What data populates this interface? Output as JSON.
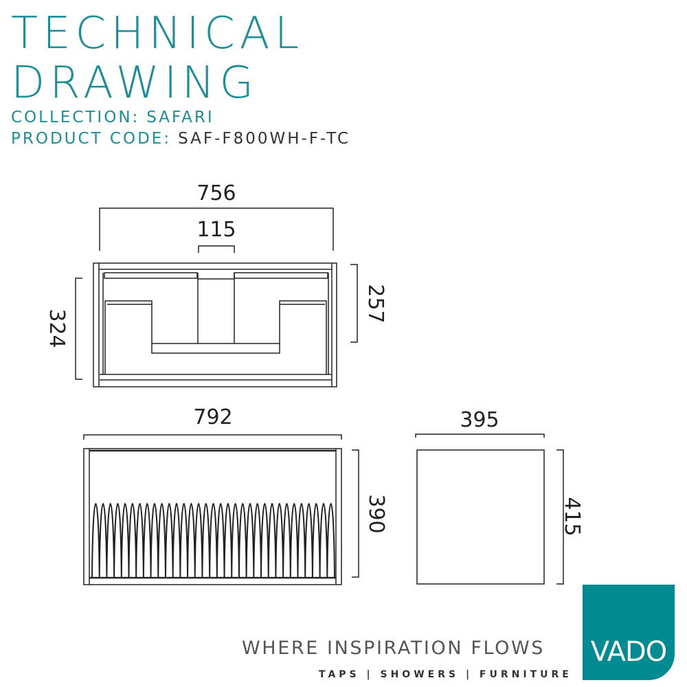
{
  "header": {
    "title_line1": "TECHNICAL",
    "title_line2": "DRAWING",
    "collection_label": "COLLECTION:",
    "collection_value": "SAFARI",
    "product_code_label": "PRODUCT CODE:",
    "product_code_value": "SAF-F800WH-F-TC"
  },
  "drawing": {
    "top_view": {
      "width": "756",
      "inner_width": "115",
      "depth_left": "324",
      "depth_right": "257"
    },
    "front_view": {
      "width": "792",
      "height": "390"
    },
    "side_view": {
      "width": "395",
      "height": "415"
    }
  },
  "footer": {
    "tagline": "WHERE INSPIRATION FLOWS",
    "subline": "TAPS | SHOWERS | FURNITURE",
    "logo_text": "VADO"
  },
  "colors": {
    "accent": "#1b8f97",
    "logo_bg": "#008b92"
  }
}
